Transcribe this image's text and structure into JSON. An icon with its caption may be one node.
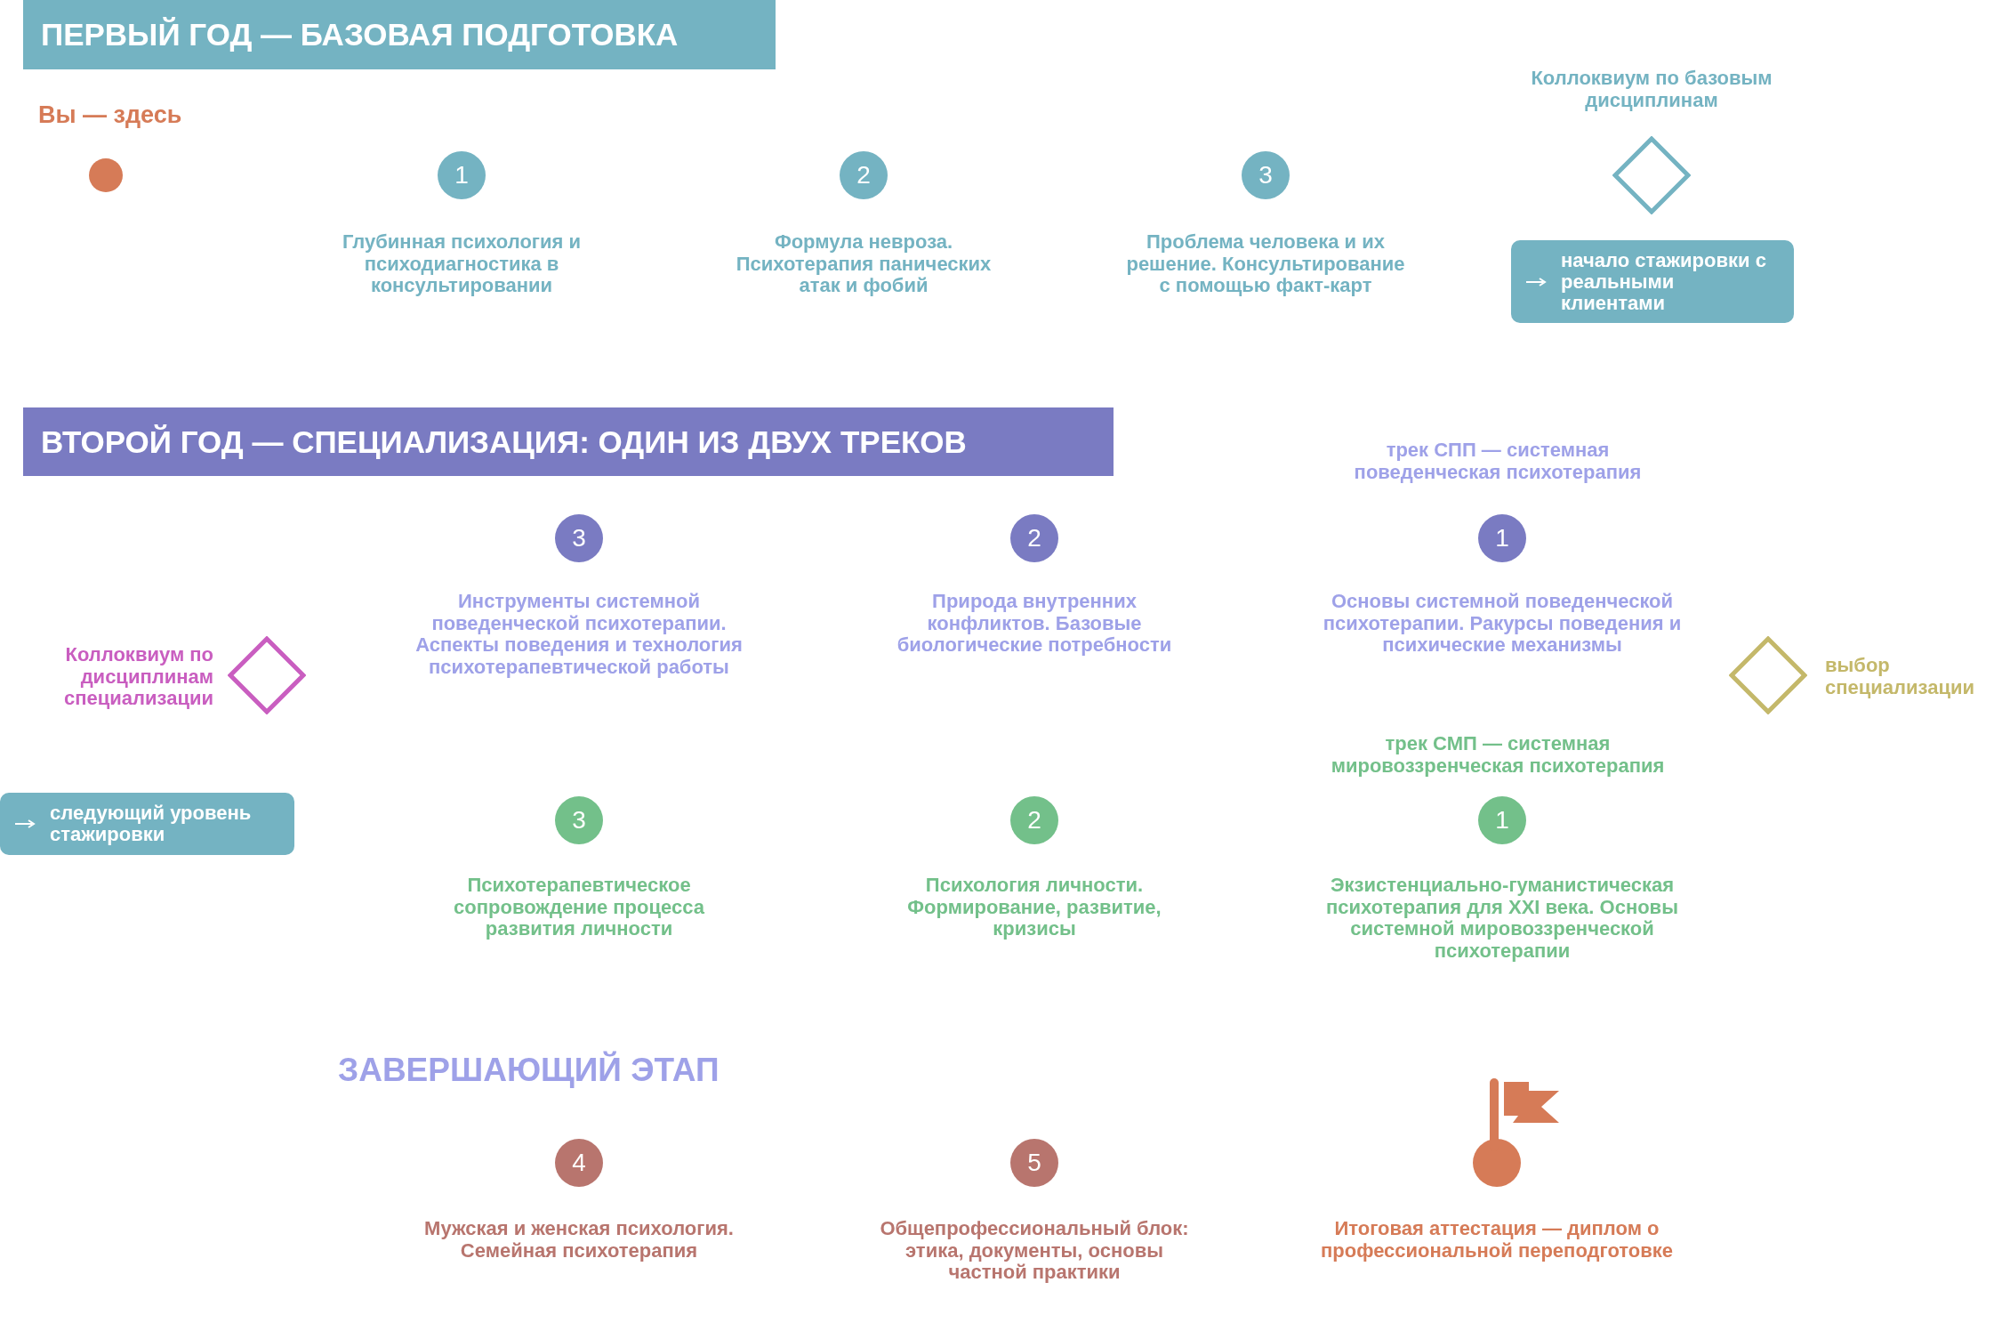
{
  "diagram": {
    "nodes": [
      {
        "text": [
          "ПЕРВЫЙ ГОД — БАЗОВАЯ ПОДГОТОВКА"
        ]
      },
      {
        "text": [],
        "shape": "circle",
        "beside": [
          "Вы — здесь"
        ]
      },
      {
        "text": [
          "1"
        ],
        "beside": [
          "Глубинная психология и психодиагностика в консультировании"
        ]
      },
      {
        "text": [
          "2"
        ],
        "beside": [
          "Формула невроза. Психотерапия панических атак и фобий"
        ]
      },
      {
        "text": [
          "3"
        ],
        "beside": [
          "Проблема человека и их решение. Консультирование с помощью факт-карт"
        ]
      },
      {
        "text": [],
        "shape": "diamond",
        "beside": [
          "Коллоквиум по базовым дисциплинам"
        ]
      },
      {
        "text": [
          "начало стажировки с реальными клиентами"
        ]
      },
      {
        "text": [
          "ВТОРОЙ ГОД — СПЕЦИАЛИЗАЦИЯ: ОДИН ИЗ ДВУХ ТРЕКОВ"
        ]
      },
      {
        "text": [
          "3"
        ],
        "beside": [
          "Инструменты системной поведенческой психотерапии. Аспекты поведения и технология психотерапевтической работы"
        ]
      },
      {
        "text": [
          "2"
        ],
        "beside": [
          "Природа внутренних конфликтов. Базовые биологические потребности"
        ]
      },
      {
        "text": [
          "1"
        ],
        "beside": [
          "Основы системной поведенческой психотерапии. Ракурсы поведения и психические механизмы"
        ]
      },
      {
        "text": [],
        "shape": "diamond",
        "beside": [
          "Коллоквиум по дисциплинам специализации"
        ]
      },
      {
        "text": [],
        "shape": "diamond",
        "beside": [
          "выбор специализации"
        ]
      },
      {
        "text": [
          "3"
        ],
        "beside": [
          "Психотерапевтическое сопровождение процесса развития личности"
        ]
      },
      {
        "text": [
          "2"
        ],
        "beside": [
          "Психология личности. Формирование, развитие, кризисы"
        ]
      },
      {
        "text": [
          "1"
        ],
        "beside": [
          "Экзистенциально-гуманистическая психотерапия для XXI века. Основы системной мировоззренческой психотерапии"
        ]
      },
      {
        "text": [
          "следующий уровень стажировки"
        ]
      },
      {
        "text": [
          "4"
        ],
        "beside": [
          "Мужская и женская психология. Семейная психотерапия"
        ]
      },
      {
        "text": [
          "5"
        ],
        "beside": [
          "Общепрофессиональный блок: этика, документы, основы частной практики"
        ]
      },
      {
        "text": [],
        "shape": "circle",
        "beside": [
          "Итоговая аттестация — диплом о профессиональной переподготовке"
        ]
      }
    ],
    "labels": [
      "трек СПП — системная поведенческая психотерапия",
      "трек СМП — системная мировоззренческая психотерапия",
      "ЗАВЕРШАЮЩИЙ ЭТАП"
    ]
  }
}
